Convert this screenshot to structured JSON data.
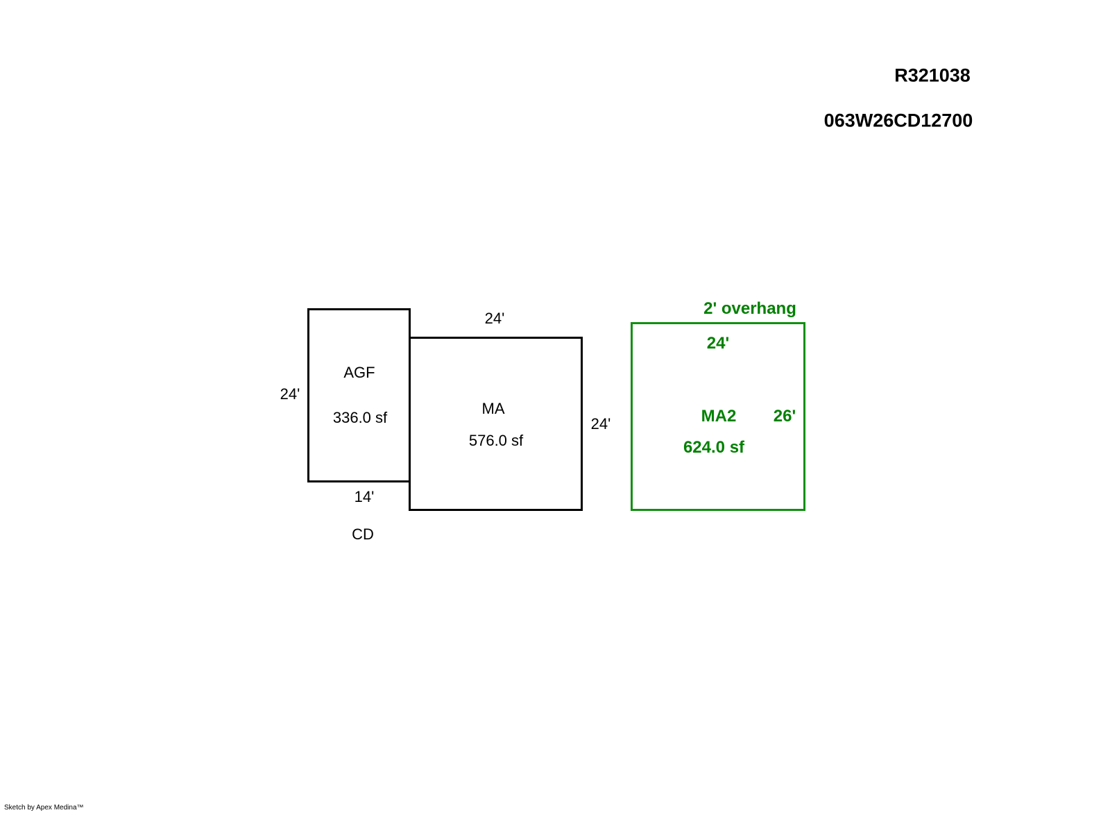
{
  "header": {
    "account_id": "R321038",
    "map_tax_lot": "063W26CD12700"
  },
  "areas": [
    {
      "code": "AGF",
      "area": "336.0 sf",
      "dims": [
        "24'",
        "14'"
      ]
    },
    {
      "code": "MA",
      "area": "576.0 sf",
      "dims": [
        "24'",
        "24'"
      ]
    },
    {
      "code": "MA2",
      "area": "624.0 sf",
      "dims": [
        "24'",
        "26'"
      ],
      "note": "2' overhang"
    }
  ],
  "labels": {
    "cd": "CD"
  },
  "colors": {
    "lines": "#000000",
    "ma2": "#008000"
  },
  "footer": "Sketch by Apex Medina™"
}
